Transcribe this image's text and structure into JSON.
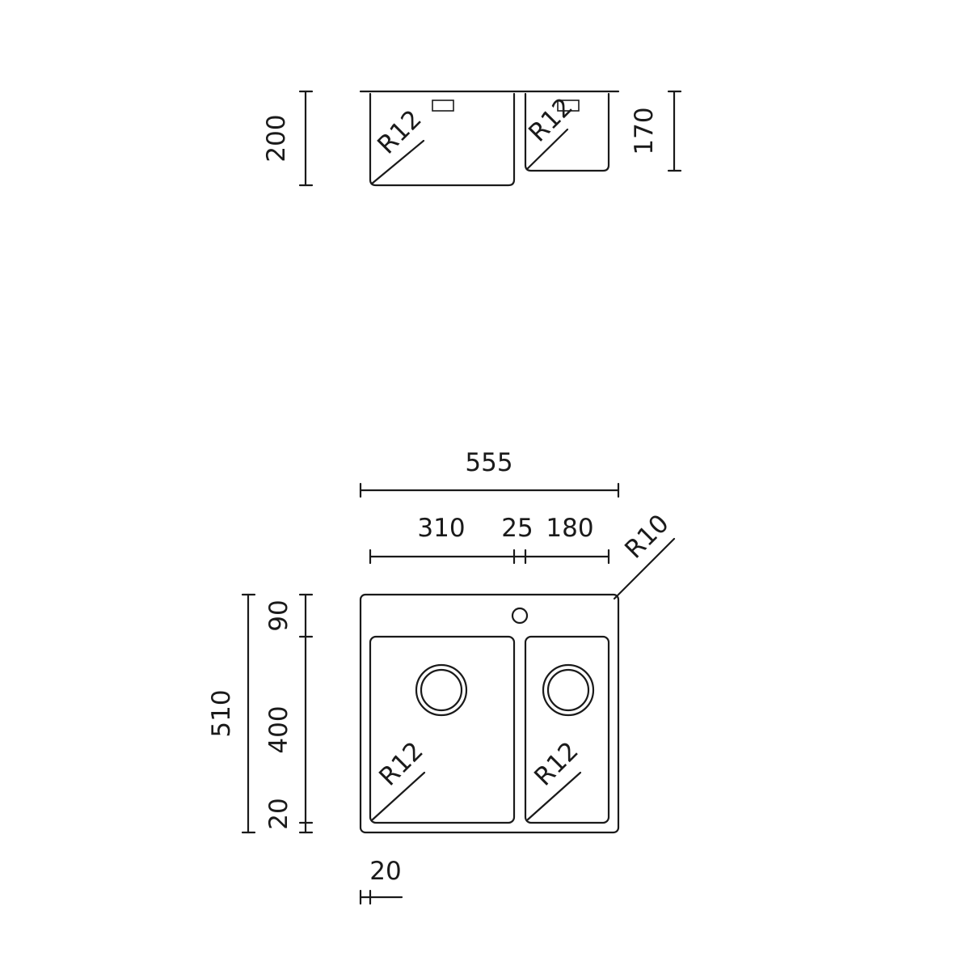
{
  "side_view": {
    "height_left": "200",
    "height_right": "170",
    "radius_left": "R12",
    "radius_right": "R12"
  },
  "top_view": {
    "overall_width": "555",
    "bowl_left_width": "310",
    "divider_width": "25",
    "bowl_right_width": "180",
    "corner_radius": "R10",
    "overall_depth": "510",
    "back_rim": "90",
    "bowl_depth": "400",
    "front_rim": "20",
    "radius_left_bowl": "R12",
    "radius_right_bowl": "R12",
    "side_rim": "20"
  }
}
